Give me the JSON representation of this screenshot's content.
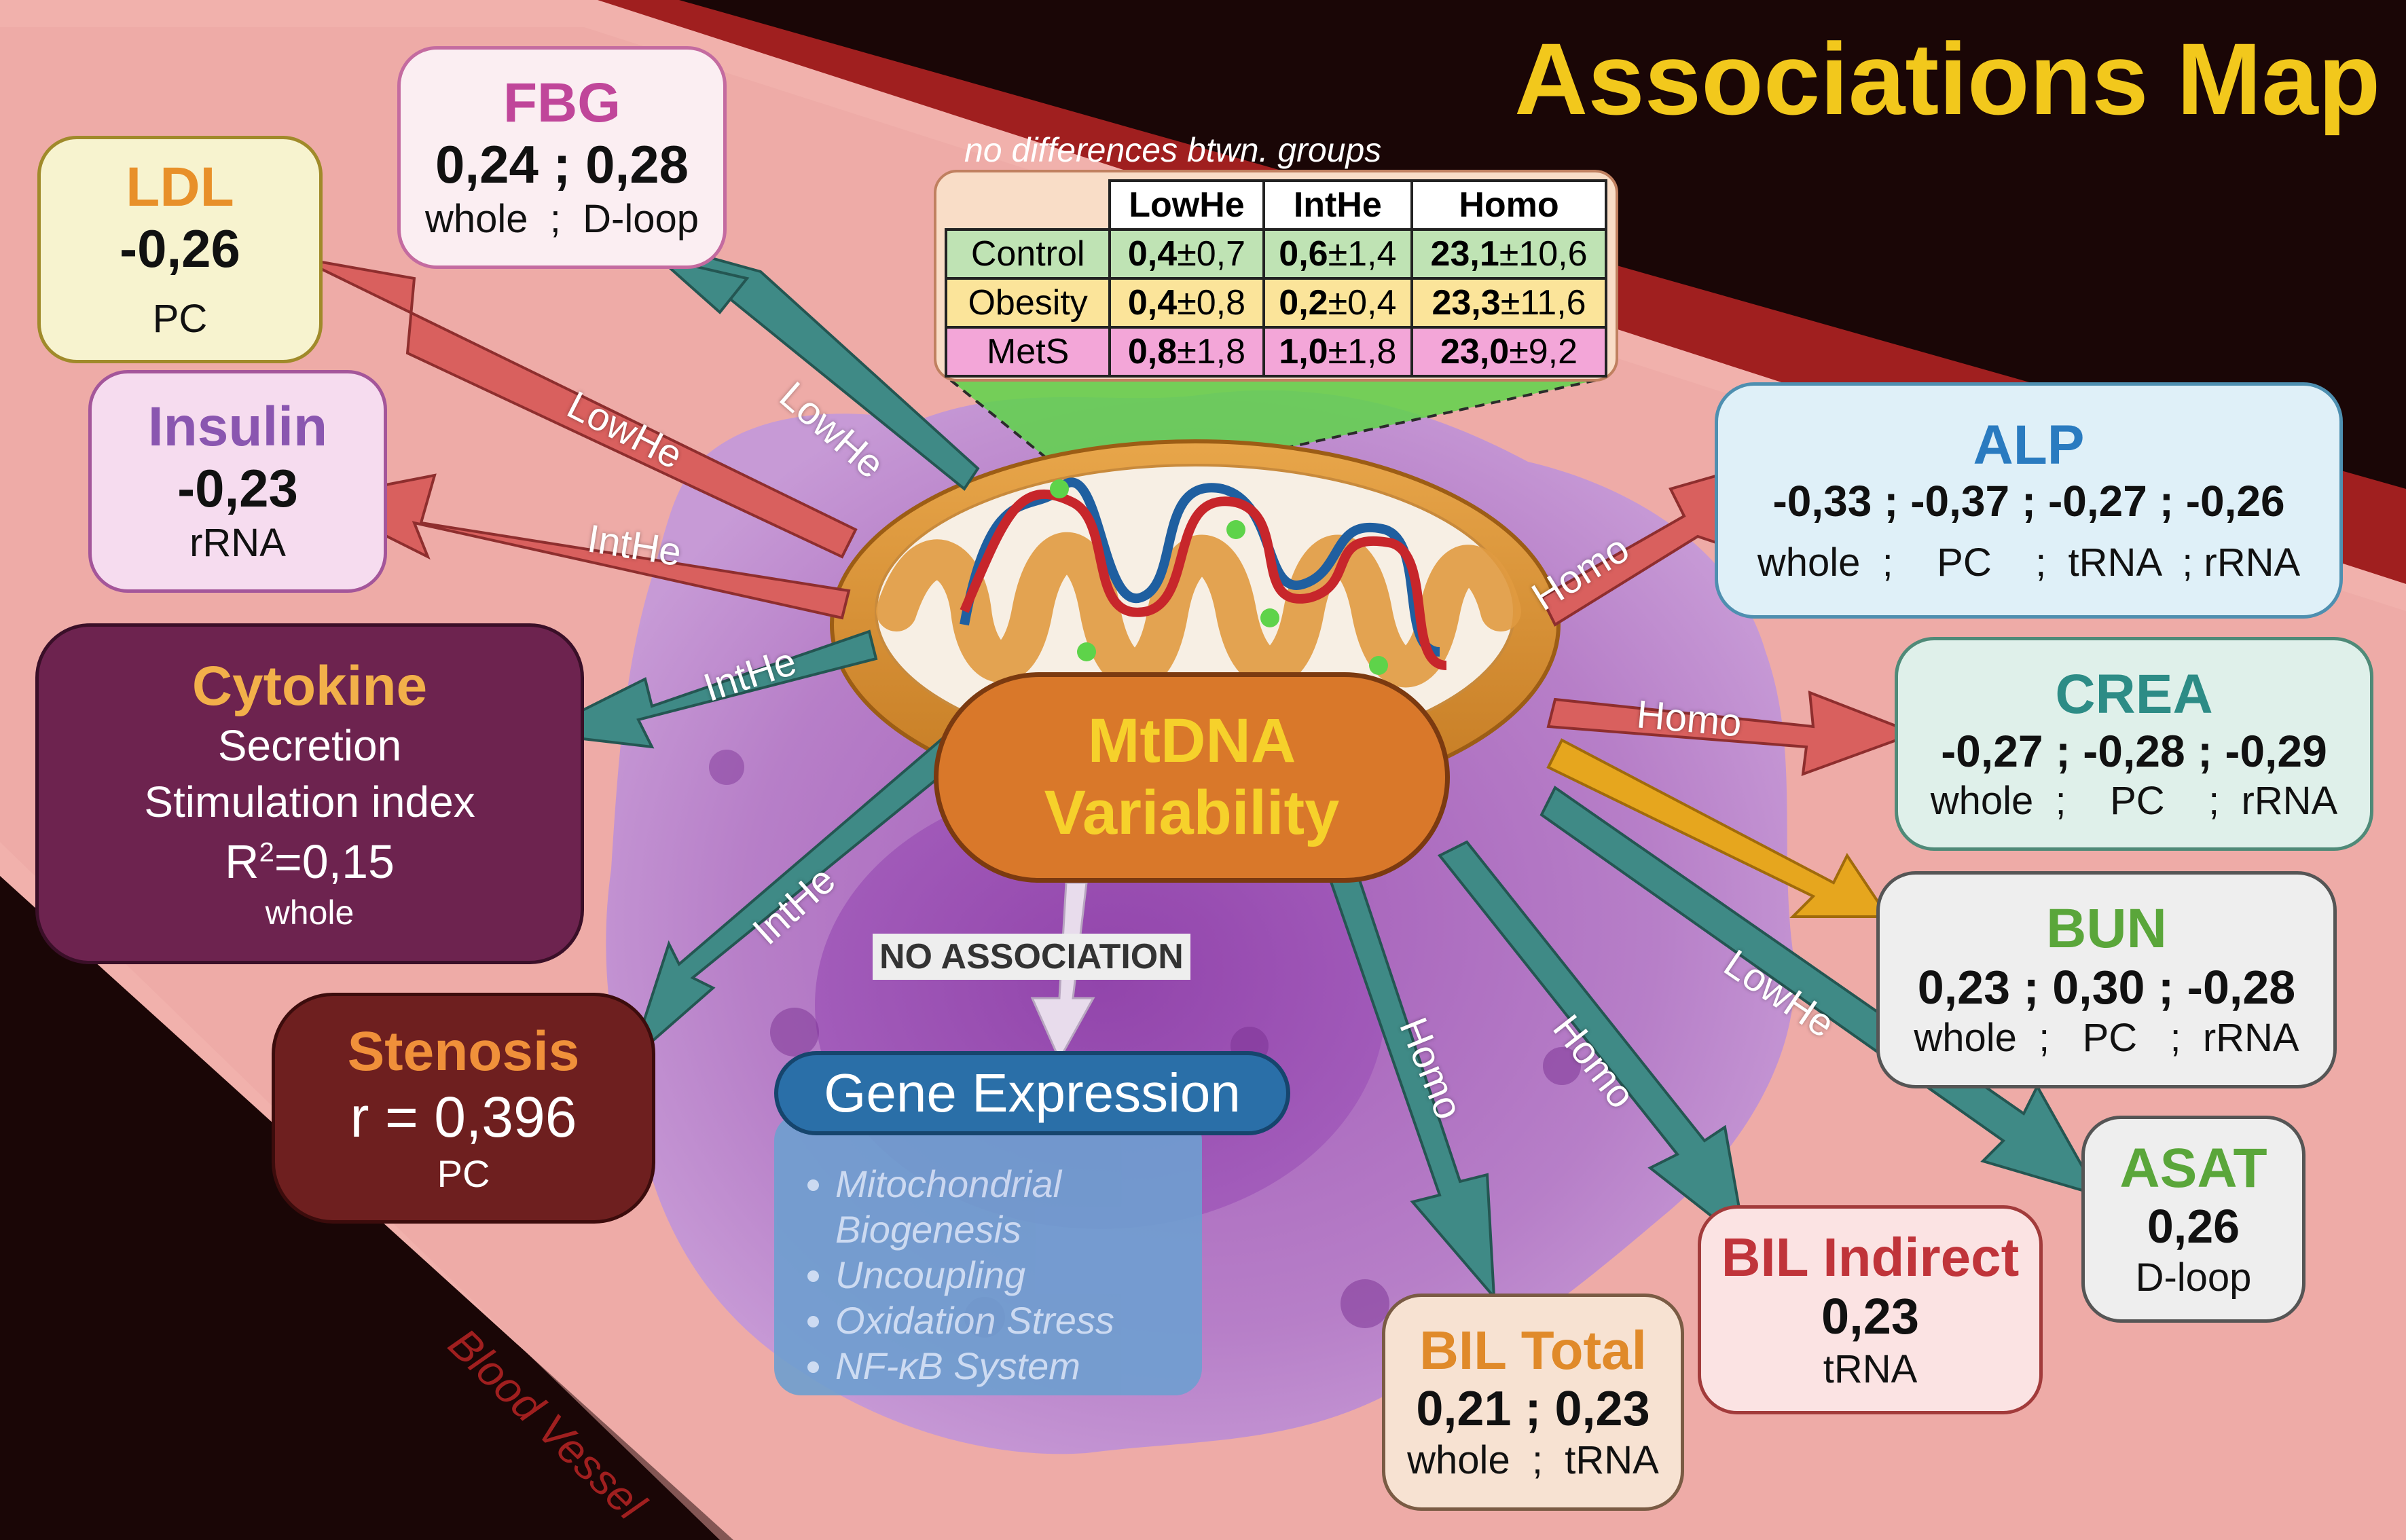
{
  "title": "Associations Map",
  "vessel_label": "Blood Vessel",
  "center": {
    "label_line1": "MtDNA",
    "label_line2": "Variability"
  },
  "table": {
    "note": "no differences btwn. groups",
    "columns": [
      "LowHe",
      "IntHe",
      "Homo"
    ],
    "rows": [
      {
        "group": "Control",
        "cells": [
          {
            "mean": "0,4",
            "sd": "±0,7"
          },
          {
            "mean": "0,6",
            "sd": "±1,4"
          },
          {
            "mean": "23,1",
            "sd": "±10,6"
          }
        ]
      },
      {
        "group": "Obesity",
        "cells": [
          {
            "mean": "0,4",
            "sd": "±0,8"
          },
          {
            "mean": "0,2",
            "sd": "±0,4"
          },
          {
            "mean": "23,3",
            "sd": "±11,6"
          }
        ]
      },
      {
        "group": "MetS",
        "cells": [
          {
            "mean": "0,8",
            "sd": "±1,8"
          },
          {
            "mean": "1,0",
            "sd": "±1,8"
          },
          {
            "mean": "23,0",
            "sd": "±9,2"
          }
        ]
      }
    ]
  },
  "nodes": {
    "ldl": {
      "title": "LDL",
      "value": "-0,26",
      "sub": "PC"
    },
    "fbg": {
      "title": "FBG",
      "value": "0,24 ; 0,28",
      "sub": "whole  ;  D-loop"
    },
    "insulin": {
      "title": "Insulin",
      "value": "-0,23",
      "sub": "rRNA"
    },
    "cytokine": {
      "title": "Cytokine",
      "line1": "Secretion",
      "line2": "Stimulation index",
      "r2_prefix": "R",
      "r2_sup": "2",
      "r2_value": "=0,15",
      "sub": "whole"
    },
    "stenosis": {
      "title": "Stenosis",
      "value": "r = 0,396",
      "sub": "PC"
    },
    "alp": {
      "title": "ALP",
      "value": "-0,33 ; -0,37 ; -0,27 ; -0,26",
      "sub": "whole  ;    PC    ;  tRNA  ; rRNA"
    },
    "crea": {
      "title": "CREA",
      "value": "-0,27 ; -0,28 ; -0,29",
      "sub": "whole  ;    PC    ;  rRNA"
    },
    "bun": {
      "title": "BUN",
      "value": "0,23 ; 0,30 ; -0,28",
      "sub": "whole  ;   PC   ;  rRNA"
    },
    "asat": {
      "title": "ASAT",
      "value": "0,26",
      "sub": "D-loop"
    },
    "bil_indirect": {
      "title": "BIL Indirect",
      "value": "0,23",
      "sub": "tRNA"
    },
    "bil_total": {
      "title": "BIL Total",
      "value": "0,21 ; 0,23",
      "sub": "whole  ;  tRNA"
    }
  },
  "edge_labels": {
    "ldl": "LowHe",
    "fbg": "LowHe",
    "insulin": "IntHe",
    "cytokine": "IntHe",
    "stenosis": "IntHe",
    "alp": "Homo",
    "crea": "Homo",
    "asat": "LowHe",
    "bil_indirect": "Homo",
    "bil_total": "Homo"
  },
  "no_association": "NO ASSOCIATION",
  "gene_expression": {
    "title": "Gene Expression",
    "items": [
      "Mitochondrial",
      "Biogenesis",
      "Uncoupling",
      "Oxidation Stress",
      "NF-κB System"
    ]
  },
  "colors": {
    "arrow_red": "#d9605e",
    "arrow_teal": "#3f8a86",
    "arrow_gold": "#e6a61e",
    "title": "#f2c81c",
    "center_fill": "#d9782a",
    "center_text": "#f6d12b"
  }
}
